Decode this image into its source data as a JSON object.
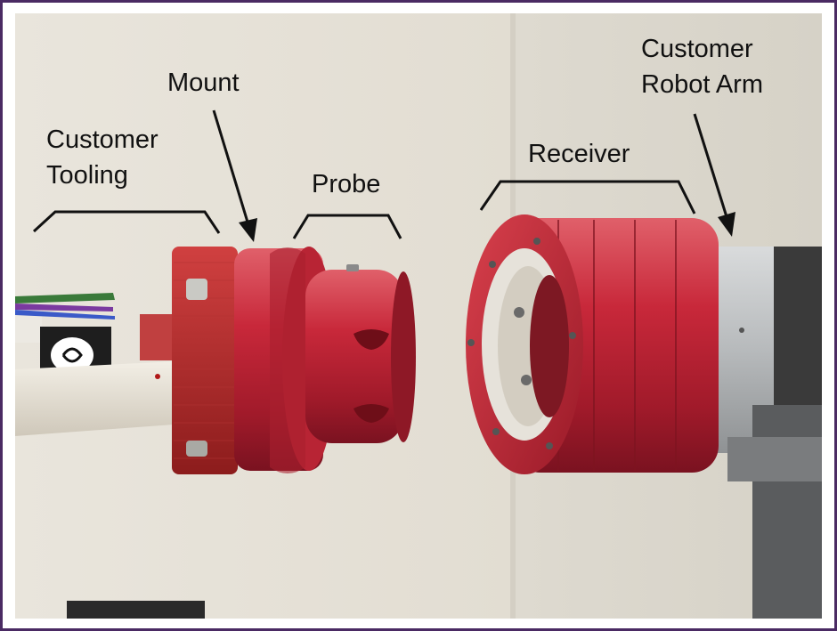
{
  "labels": {
    "mount": "Mount",
    "customer_tooling_line1": "Customer",
    "customer_tooling_line2": "Tooling",
    "probe": "Probe",
    "receiver": "Receiver",
    "customer_robot_arm_line1": "Customer",
    "customer_robot_arm_line2": "Robot Arm"
  },
  "colors": {
    "frame_border": "#4a2a63",
    "anodized_red": "#c8263a",
    "annotation_ink": "#111111"
  }
}
